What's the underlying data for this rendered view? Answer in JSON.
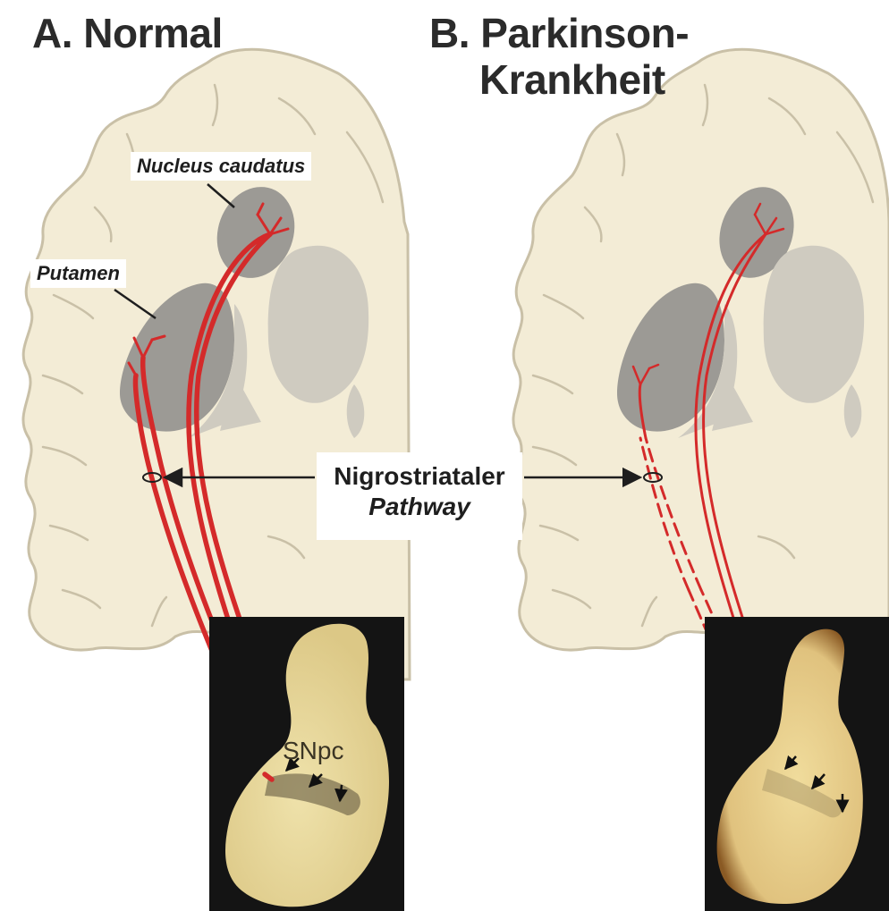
{
  "panel_a": {
    "title": "A. Normal",
    "labels": {
      "caudatus": "Nucleus caudatus",
      "putamen": "Putamen"
    },
    "photo_label": "SNpc"
  },
  "panel_b": {
    "title_line1": "B. Parkinson-",
    "title_line2": "Krankheit"
  },
  "pathway": {
    "line1": "Nigrostriataler",
    "line2": "Pathway"
  },
  "colors": {
    "tissue": "#f3ecd6",
    "tissue_outline": "#c9c0a7",
    "nucleus_dark": "#9c9a95",
    "nucleus_light": "#cfcbc0",
    "fiber": "#d42a2a",
    "photo_bg": "#141414",
    "specimen_normal": "#ecdca0",
    "specimen_pd": "#e9d297"
  },
  "icons": {
    "arrow": "arrow-icon",
    "double_arrow": "double-arrow-icon"
  }
}
